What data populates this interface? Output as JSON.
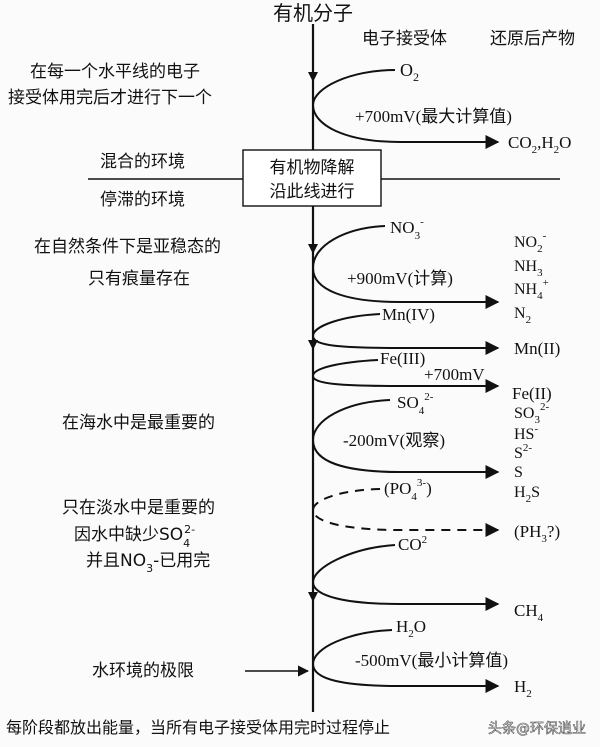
{
  "header": {
    "title": "有机分子",
    "acceptor_col": "电子接受体",
    "product_col": "还原后产物"
  },
  "left_notes": {
    "sequence_line1": "在每一个水平线的电子",
    "sequence_line2": "接受体用完后才进行下一个",
    "mixed_env": "混合的环境",
    "stagnant_env": "停滞的环境",
    "metastable_line1": "在自然条件下是亚稳态的",
    "metastable_line2": "只有痕量存在",
    "seawater": "在海水中是最重要的",
    "freshwater_line1": "只在淡水中是重要的",
    "freshwater_line2": "因水中缺少SO",
    "freshwater_line2_sup": "2-",
    "freshwater_line2_sub": "4",
    "freshwater_line3a": "并且NO",
    "freshwater_line3_sub": "3",
    "freshwater_line3b": "-已用完",
    "limit": "水环境的极限"
  },
  "center_box": {
    "line1": "有机物降解",
    "line2": "沿此线进行"
  },
  "stages": {
    "o2": {
      "acceptor": "O",
      "acceptor_sub": "2",
      "potential": "+700mV(最大计算值)",
      "product": "CO",
      "product_sub": "2",
      "product_rest": ",H",
      "product_sub2": "2",
      "product_end": "O"
    },
    "no3": {
      "acceptor": "NO",
      "acceptor_sub": "3",
      "acceptor_sup": "-",
      "potential": "+900mV(计算)",
      "products": [
        "NO",
        "NH",
        "NH",
        "N"
      ],
      "product_subs": [
        "2",
        "3",
        "4",
        "2"
      ],
      "product_sups": [
        "-",
        "",
        "+",
        ""
      ]
    },
    "mn": {
      "acceptor": "Mn(IV)",
      "product": "Mn(II)"
    },
    "fe": {
      "acceptor": "Fe(III)",
      "potential": "+700mV",
      "product": "Fe(II)"
    },
    "so4": {
      "acceptor": "SO",
      "acceptor_sub": "4",
      "acceptor_sup": "2-",
      "potential": "-200mV(观察)",
      "products": [
        "SO",
        "HS",
        "S",
        "S",
        "H"
      ],
      "product_subs": [
        "3",
        "",
        "",
        "",
        "2"
      ],
      "product_sups": [
        "2-",
        "-",
        "2-",
        "",
        ""
      ],
      "product_tail": [
        "",
        "",
        "",
        "",
        "S"
      ]
    },
    "po4": {
      "acceptor": "(PO",
      "acceptor_sub": "4",
      "acceptor_sup": "3-",
      "acceptor_end": ")",
      "product": "(PH",
      "product_sub": "3",
      "product_end": "?)"
    },
    "co2": {
      "acceptor": "CO",
      "acceptor_sup": "2",
      "product": "CH",
      "product_sub": "4"
    },
    "h2o": {
      "acceptor": "H",
      "acceptor_sub": "2",
      "acceptor_end": "O",
      "potential": "-500mV(最小计算值)",
      "product": "H",
      "product_sub": "2"
    }
  },
  "footer": {
    "text": "每阶段都放出能量，当所有电子接受体用完时过程停止",
    "watermark": "头条@环保逍业"
  },
  "colors": {
    "ink": "#111111",
    "watermark": "#ffffff"
  }
}
